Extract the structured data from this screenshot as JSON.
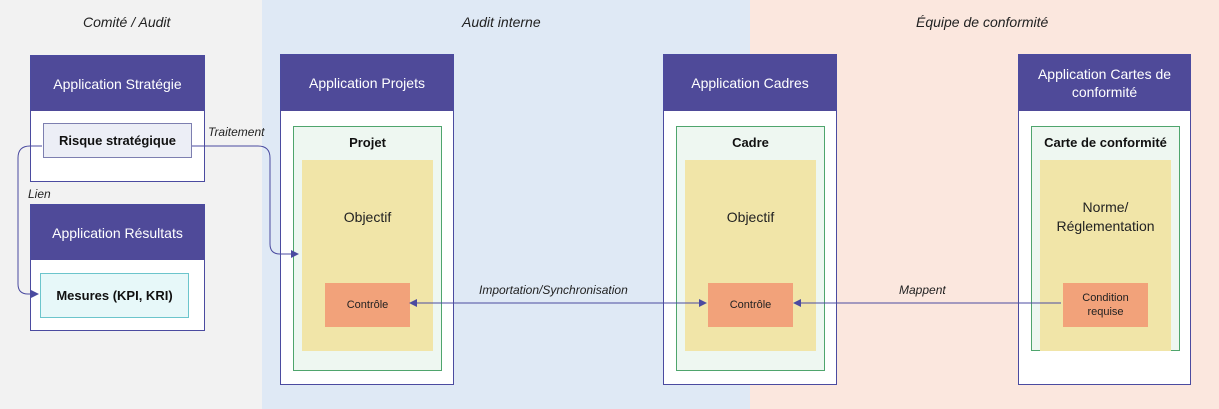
{
  "lanes": {
    "comite": {
      "title": "Comité / Audit",
      "color": "#f2f2f2"
    },
    "audit": {
      "title": "Audit interne",
      "color": "#dfe9f5"
    },
    "equipe": {
      "title": "Équipe de conformité",
      "color": "#fbe7de"
    }
  },
  "apps": {
    "strategie": {
      "title": "Application Stratégie",
      "item": "Risque stratégique"
    },
    "resultats": {
      "title": "Application Résultats",
      "item": "Mesures (KPI, KRI)"
    },
    "projets": {
      "title": "Application Projets",
      "container": "Projet",
      "objective": "Objectif",
      "control": "Contrôle"
    },
    "cadres": {
      "title": "Application Cadres",
      "container": "Cadre",
      "objective": "Objectif",
      "control": "Contrôle"
    },
    "cartes": {
      "title": "Application Cartes de conformité",
      "container": "Carte de conformité",
      "objective": "Norme/ Réglementation",
      "control": "Condition requise"
    }
  },
  "edges": {
    "traitement": "Traitement",
    "lien": "Lien",
    "sync": "Importation/Synchronisation",
    "mappent": "Mappent"
  },
  "colors": {
    "header": "#4f4a99",
    "edge": "#4b4ba0",
    "control": "#f2a27a",
    "objective_area": "#f1e5a8",
    "container": "#eef7f1"
  }
}
